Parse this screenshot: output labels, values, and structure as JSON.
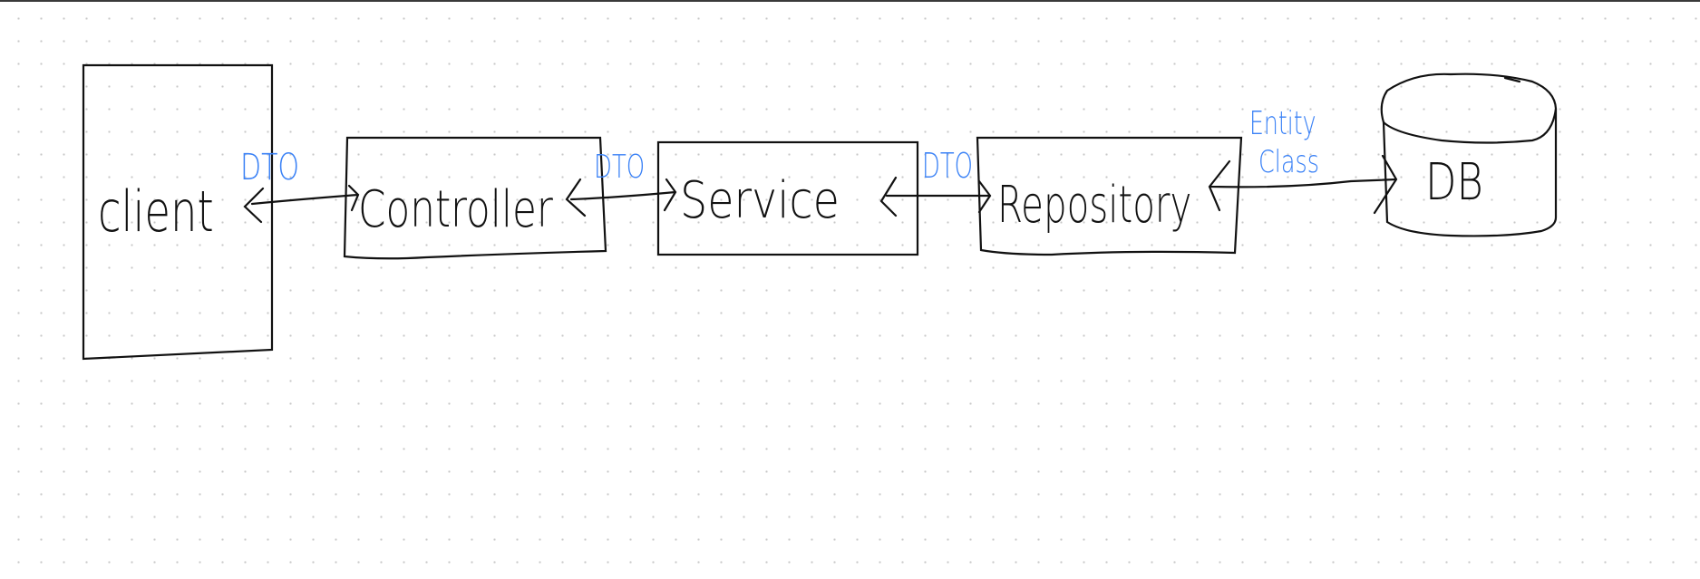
{
  "nodes": {
    "client": "client",
    "controller": "Controller",
    "service": "Service",
    "repository": "Repository",
    "db": "DB"
  },
  "edge_labels": {
    "client_controller": "DTO",
    "controller_service": "DTO",
    "service_repository": "DTO",
    "repository_db_line1": "Entity",
    "repository_db_line2": "Class"
  },
  "colors": {
    "stroke": "#111111",
    "label": "#3b82f6",
    "grid_dot": "#c8c8c8"
  }
}
